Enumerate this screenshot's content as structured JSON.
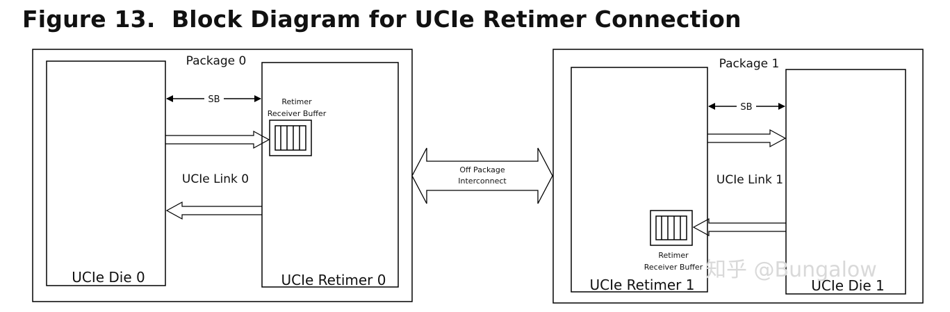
{
  "figure": {
    "title": "Figure 13.  Block Diagram for UCIe Retimer Connection"
  },
  "package0": {
    "label": "Package 0",
    "die_label": "UCIe Die 0",
    "retimer_label": "UCIe Retimer 0",
    "sideband_label": "SB",
    "link_label": "UCIe Link 0",
    "buffer_label_line1": "Retimer",
    "buffer_label_line2": "Receiver Buffer"
  },
  "package1": {
    "label": "Package 1",
    "die_label": "UCIe Die 1",
    "retimer_label": "UCIe Retimer 1",
    "sideband_label": "SB",
    "link_label": "UCIe Link 1",
    "buffer_label_line1": "Retimer",
    "buffer_label_line2": "Receiver Buffer"
  },
  "interconnect": {
    "line1": "Off Package",
    "line2": "Interconnect"
  },
  "watermark": "知乎 @Bungalow",
  "colors": {
    "stroke": "#000000",
    "text": "#111111",
    "watermark": "#d9d9d9"
  }
}
